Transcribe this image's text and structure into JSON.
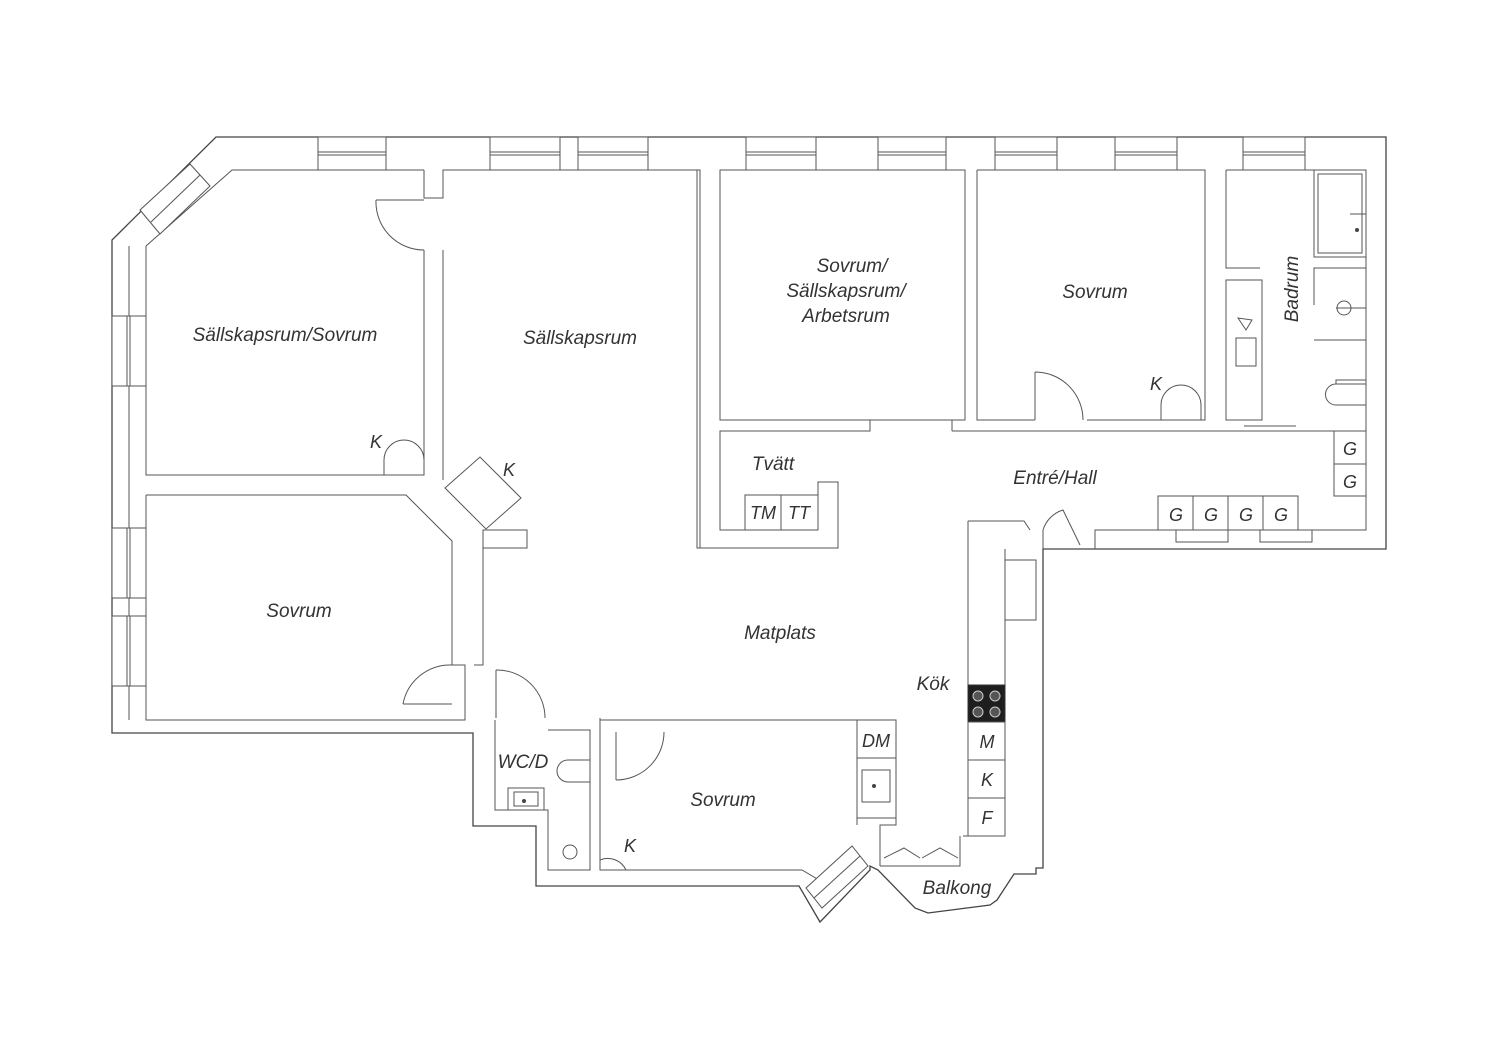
{
  "rooms": {
    "sallskapsrum_sovrum": "Sällskapsrum/Sovrum",
    "sallskapsrum": "Sällskapsrum",
    "sovrum_multi_1": "Sovrum/",
    "sovrum_multi_2": "Sällskapsrum/",
    "sovrum_multi_3": "Arbetsrum",
    "sovrum_ne": "Sovrum",
    "badrum": "Badrum",
    "tvatt": "Tvätt",
    "entre_hall": "Entré/Hall",
    "sovrum_w": "Sovrum",
    "matplats": "Matplats",
    "kok": "Kök",
    "wc_d": "WC/D",
    "sovrum_s": "Sovrum",
    "balkong": "Balkong"
  },
  "fixtures": {
    "k": "K",
    "tm": "TM",
    "tt": "TT",
    "g": "G",
    "dm": "DM",
    "m": "M",
    "f": "F"
  }
}
